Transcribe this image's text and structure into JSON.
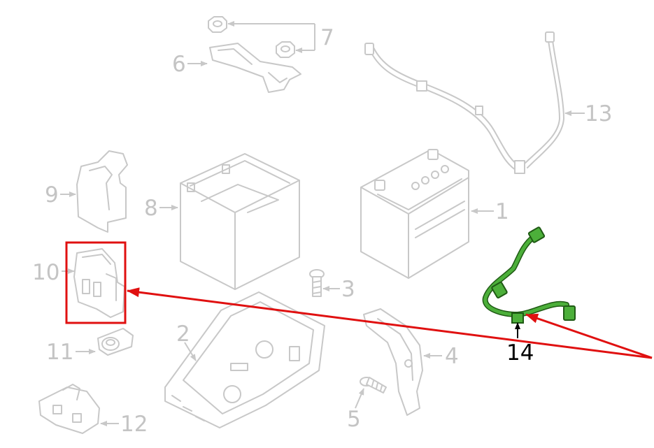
{
  "labels": {
    "p1": "1",
    "p2": "2",
    "p3": "3",
    "p4": "4",
    "p5": "5",
    "p6": "6",
    "p7": "7",
    "p8": "8",
    "p9": "9",
    "p10": "10",
    "p11": "11",
    "p12": "12",
    "p13": "13",
    "p14": "14"
  },
  "colors": {
    "line_art": "#c8c8c8",
    "highlight_part": "#4caf3a",
    "highlight_outline": "#1f5a14",
    "callout_box": "#e01010",
    "callout_arrow": "#e01010",
    "highlight_label": "#000000"
  }
}
